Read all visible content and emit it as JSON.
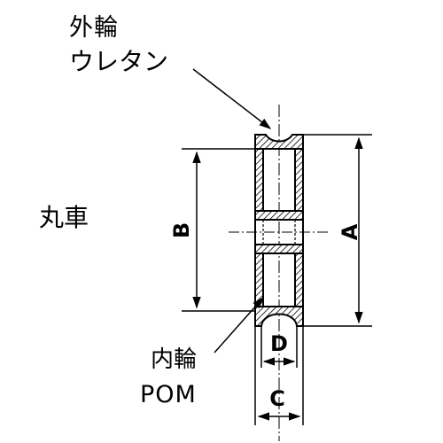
{
  "labels": {
    "outer_ring_title": "外輪",
    "outer_ring_material": "ウレタン",
    "wheel_name": "丸車",
    "inner_ring_title": "内輪",
    "inner_ring_material": "POM"
  },
  "dimensions": {
    "a": "A",
    "b": "B",
    "c": "C",
    "d": "D"
  }
}
